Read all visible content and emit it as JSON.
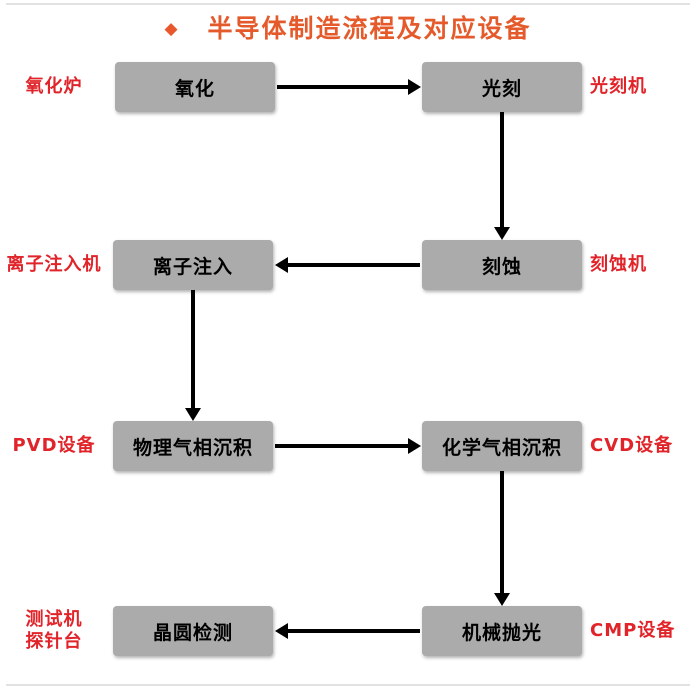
{
  "header": {
    "bullet": "◆",
    "title": "半导体制造流程及对应设备"
  },
  "colors": {
    "title": "#e55a2b",
    "equipment_label": "#e0242a",
    "node_fill": "#ababab",
    "node_text": "#000000",
    "arrow": "#000000",
    "divider": "#e2e2e2"
  },
  "nodes": [
    {
      "id": "oxidation",
      "label": "氧化",
      "equipment": "氧化炉",
      "equipment_side": "left"
    },
    {
      "id": "lithography",
      "label": "光刻",
      "equipment": "光刻机",
      "equipment_side": "right"
    },
    {
      "id": "etching",
      "label": "刻蚀",
      "equipment": "刻蚀机",
      "equipment_side": "right"
    },
    {
      "id": "ion-implantation",
      "label": "离子注入",
      "equipment": "离子注入机",
      "equipment_side": "left"
    },
    {
      "id": "pvd",
      "label": "物理气相沉积",
      "equipment": "PVD设备",
      "equipment_side": "left"
    },
    {
      "id": "cvd",
      "label": "化学气相沉积",
      "equipment": "CVD设备",
      "equipment_side": "right"
    },
    {
      "id": "cmp",
      "label": "机械抛光",
      "equipment": "CMP设备",
      "equipment_side": "right"
    },
    {
      "id": "wafer-test",
      "label": "晶圆检测",
      "equipment_lines": [
        "测试机",
        "探针台"
      ],
      "equipment_side": "left"
    }
  ],
  "edges": [
    {
      "from": "oxidation",
      "to": "lithography"
    },
    {
      "from": "lithography",
      "to": "etching"
    },
    {
      "from": "etching",
      "to": "ion-implantation"
    },
    {
      "from": "ion-implantation",
      "to": "pvd"
    },
    {
      "from": "pvd",
      "to": "cvd"
    },
    {
      "from": "cvd",
      "to": "cmp"
    },
    {
      "from": "cmp",
      "to": "wafer-test"
    }
  ]
}
